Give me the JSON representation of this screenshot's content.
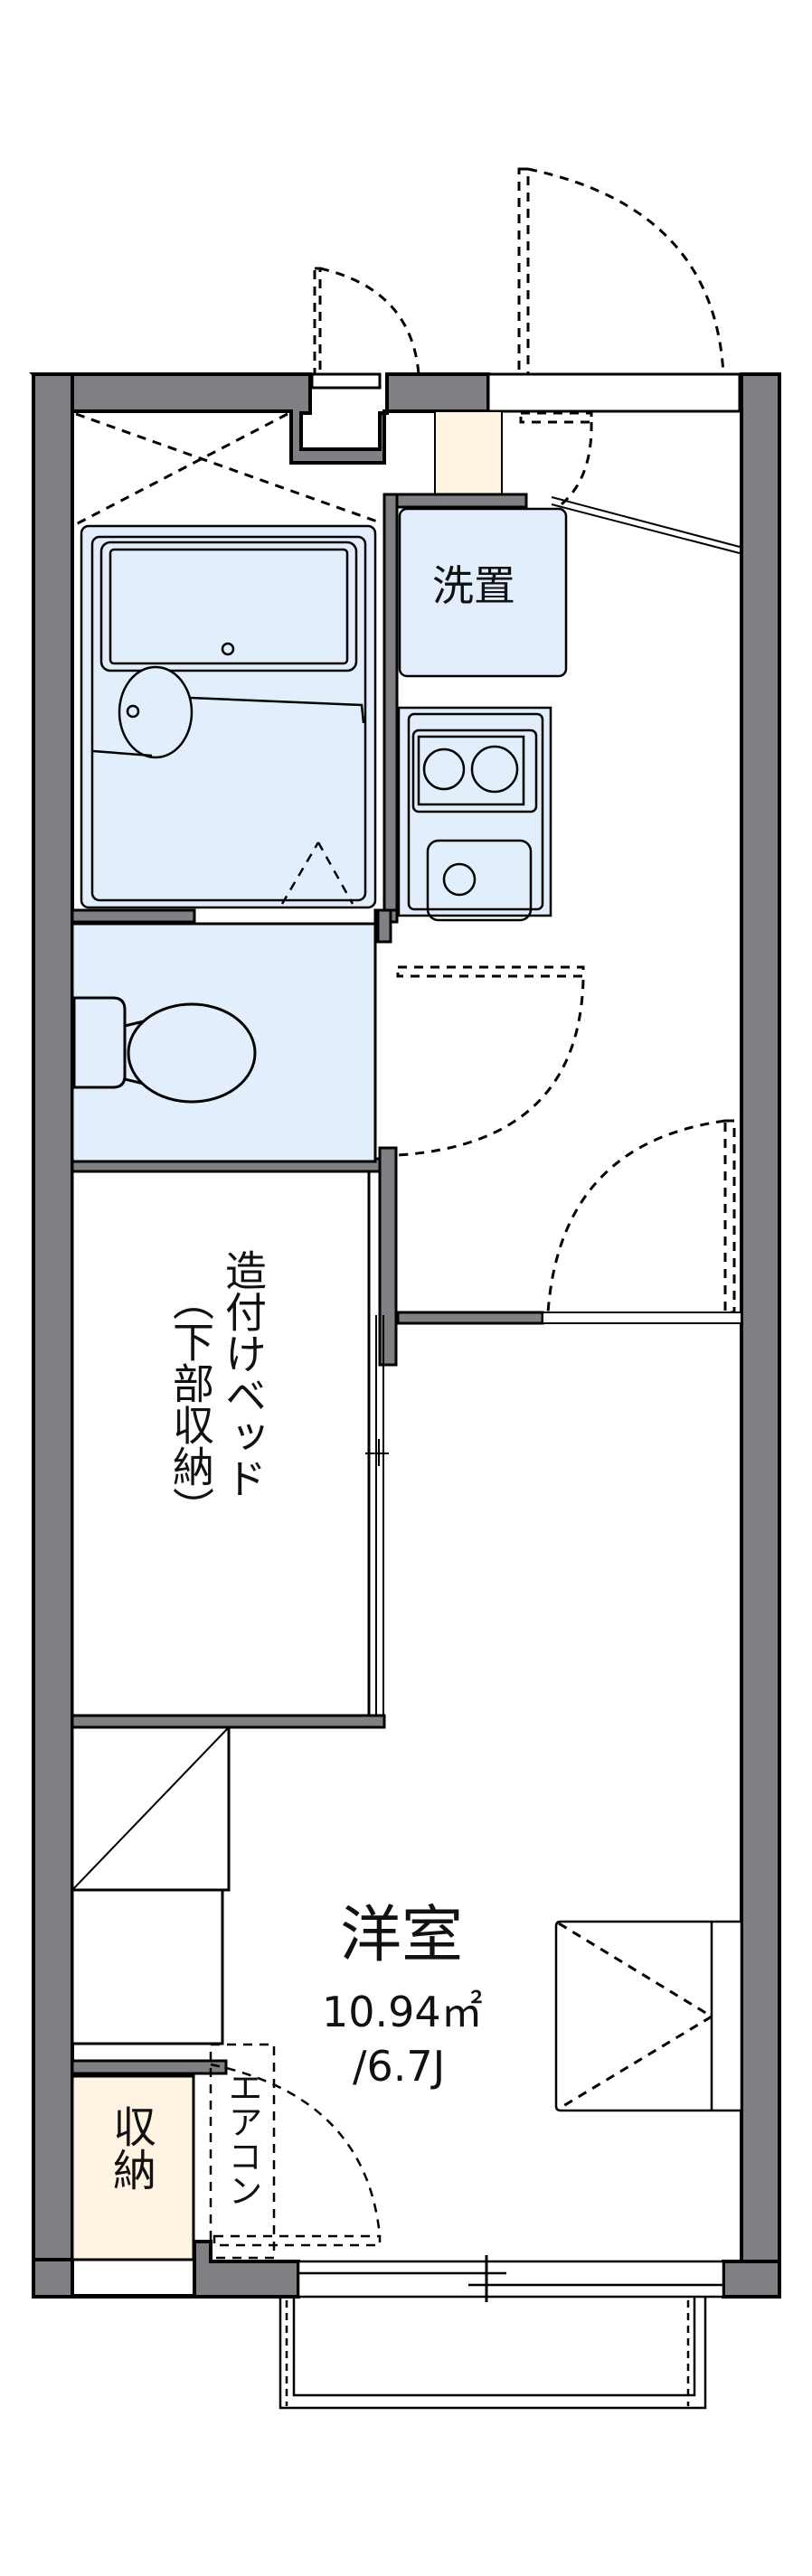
{
  "floorplan": {
    "colors": {
      "wall": "#808084",
      "wet_area": "#e3eefc",
      "storage": "#fff4e2",
      "line": "#000000",
      "background": "#ffffff"
    },
    "rooms": {
      "laundry": {
        "label": "洗置"
      },
      "built_in_bed": {
        "label_main": "造付けベッド",
        "label_sub": "（下部収納）"
      },
      "western_room": {
        "label": "洋室",
        "area": "10.94㎡",
        "tatami": "/6.7J"
      },
      "storage": {
        "label": "収納"
      },
      "aircon": {
        "label": "エアコン"
      }
    }
  }
}
